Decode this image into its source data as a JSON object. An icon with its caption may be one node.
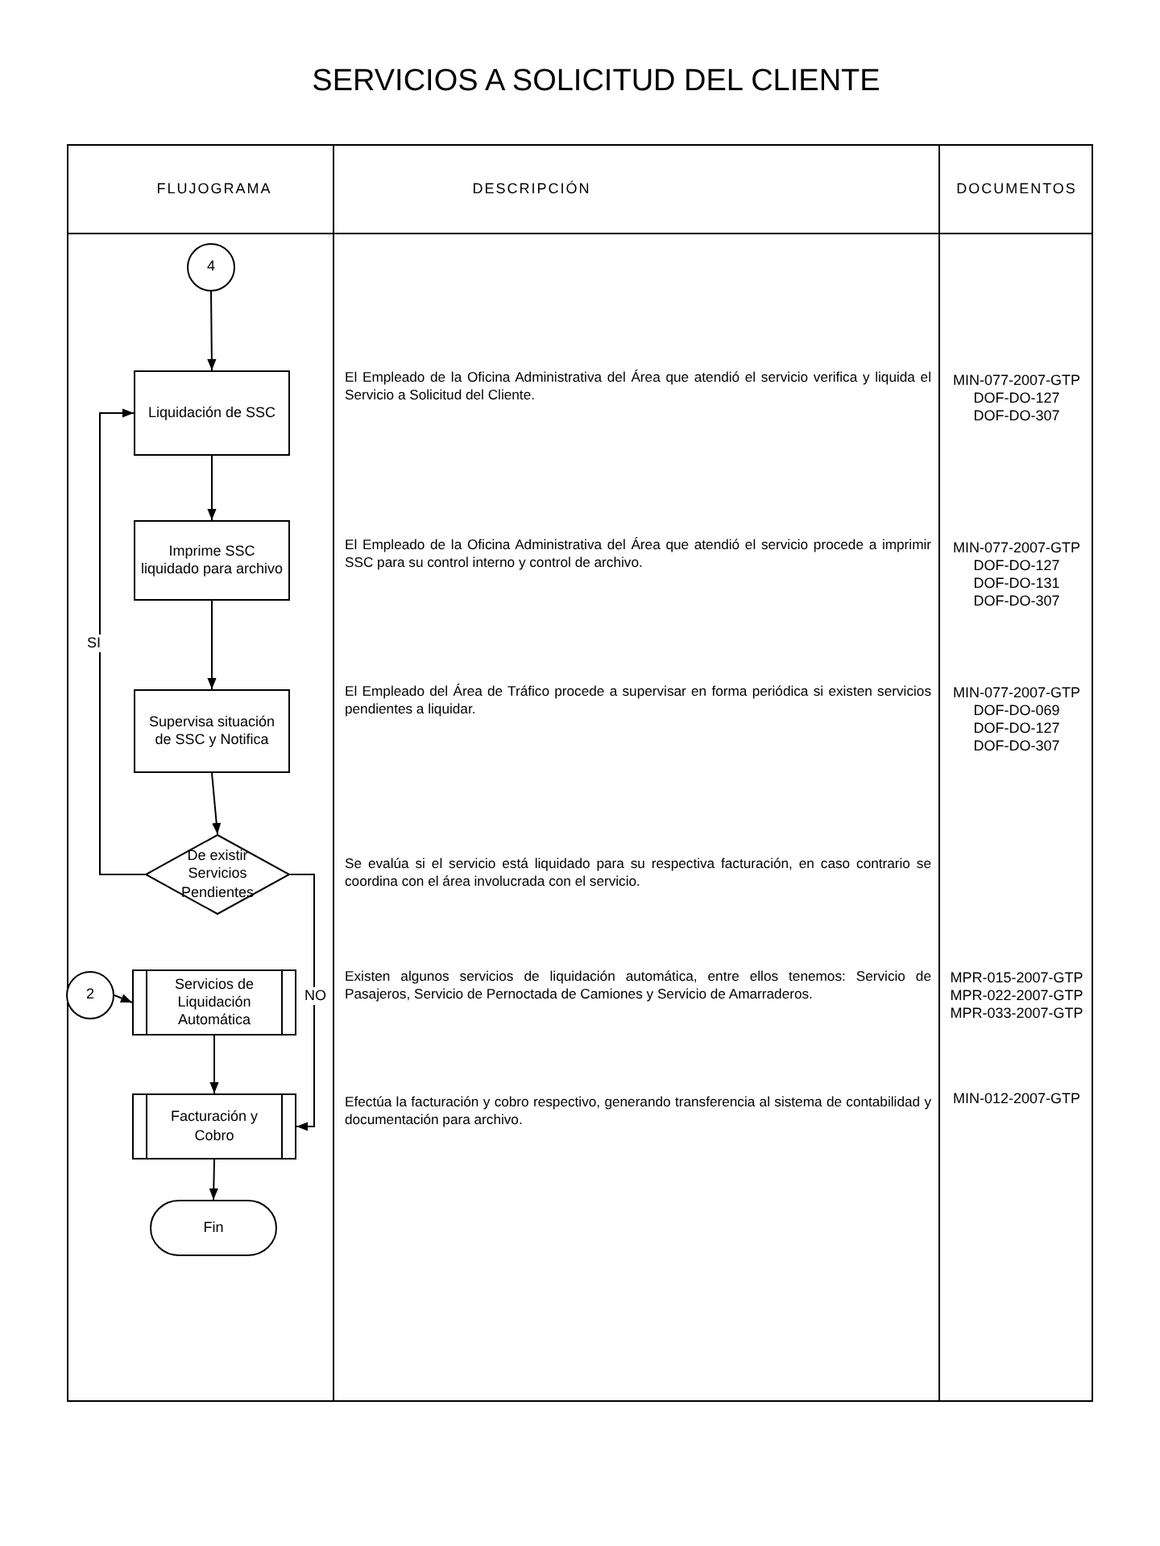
{
  "diagram": {
    "title": "SERVICIOS A SOLICITUD DEL CLIENTE",
    "nodes": [
      {
        "text": [
          "4"
        ]
      },
      {
        "text": [
          "Liquidación de SSC"
        ]
      },
      {
        "text": [
          "Imprime SSC liquidado para archivo"
        ]
      },
      {
        "text": [
          "Supervisa situación de SSC y Notifica"
        ]
      },
      {
        "text": [
          "De existir Servicios Pendientes"
        ]
      },
      {
        "text": [
          "2"
        ]
      },
      {
        "text": [
          "Servicios de Liquidación Automática"
        ]
      },
      {
        "text": [
          "Facturación y Cobro"
        ]
      },
      {
        "text": [
          "Fin"
        ]
      }
    ],
    "edges": [
      {
        "from": 0,
        "to": 1,
        "arrow": "to"
      },
      {
        "from": 1,
        "to": 2,
        "arrow": "to"
      },
      {
        "from": 2,
        "to": 3,
        "arrow": "to"
      },
      {
        "from": 3,
        "to": 4,
        "arrow": "to"
      },
      {
        "from": 4,
        "to": 1,
        "arrow": "to",
        "label": "SI"
      },
      {
        "from": 5,
        "to": 6,
        "arrow": "to"
      },
      {
        "from": 6,
        "to": 7,
        "arrow": "to"
      },
      {
        "from": 4,
        "to": 7,
        "arrow": "to",
        "label": "NO"
      },
      {
        "from": 7,
        "to": 8,
        "arrow": "to"
      }
    ],
    "labels": [
      "FLUJOGRAMA",
      "DESCRIPCIÓN",
      "DOCUMENTOS",
      "El Empleado de la Oficina Administrativa del Área que atendió el servicio verifica y liquida el Servicio a Solicitud del Cliente.",
      "MIN-077-2007-GTP",
      "DOF-DO-127",
      "DOF-DO-307",
      "El Empleado de la Oficina Administrativa del Área que atendió el servicio procede a imprimir SSC para su control interno y control de archivo.",
      "MIN-077-2007-GTP",
      "DOF-DO-127",
      "DOF-DO-131",
      "DOF-DO-307",
      "El Empleado del Área de Tráfico procede a supervisar en forma periódica si existen servicios pendientes a liquidar.",
      "MIN-077-2007-GTP",
      "DOF-DO-069",
      "DOF-DO-127",
      "DOF-DO-307",
      "Se evalúa si el servicio está liquidado para su respectiva facturación, en caso contrario se coordina con el área involucrada con el servicio.",
      "Existen algunos servicios de liquidación automática, entre ellos tenemos: Servicio de Pasajeros, Servicio de Pernoctada de Camiones y Servicio de Amarraderos.",
      "MPR-015-2007-GTP",
      "MPR-022-2007-GTP",
      "MPR-033-2007-GTP",
      "Efectúa la facturación y cobro respectivo, generando transferencia al sistema de contabilidad y documentación para archivo.",
      "MIN-012-2007-GTP"
    ]
  }
}
